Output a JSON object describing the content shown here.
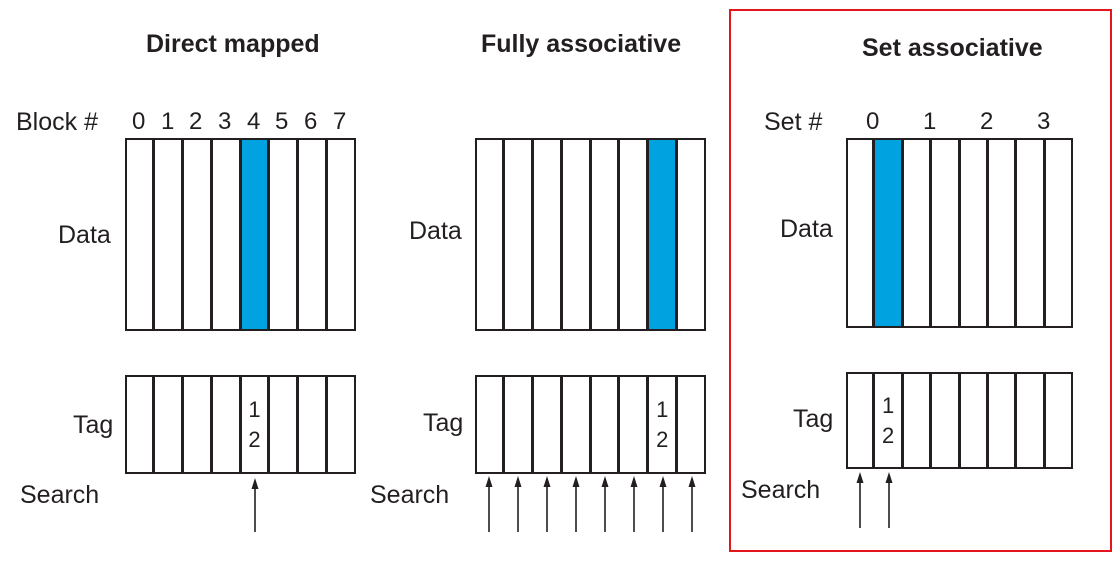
{
  "colors": {
    "highlight_fill": "#00a3e0",
    "highlight_border": "#e5161b",
    "stroke": "#231f20"
  },
  "direct": {
    "title": "Direct mapped",
    "index_label": "Block #",
    "indices": [
      "0",
      "1",
      "2",
      "3",
      "4",
      "5",
      "6",
      "7"
    ],
    "data_label": "Data",
    "tag_label": "Tag",
    "search_label": "Search",
    "highlight_col": 4,
    "tag_digits": [
      "1",
      "2"
    ]
  },
  "fully": {
    "title": "Fully associative",
    "data_label": "Data",
    "tag_label": "Tag",
    "search_label": "Search",
    "highlight_col": 6,
    "tag_digits": [
      "1",
      "2"
    ]
  },
  "set": {
    "title": "Set associative",
    "index_label": "Set #",
    "indices": [
      "0",
      "1",
      "2",
      "3"
    ],
    "data_label": "Data",
    "tag_label": "Tag",
    "search_label": "Search",
    "highlight_col": 1,
    "tag_digits": [
      "1",
      "2"
    ]
  }
}
